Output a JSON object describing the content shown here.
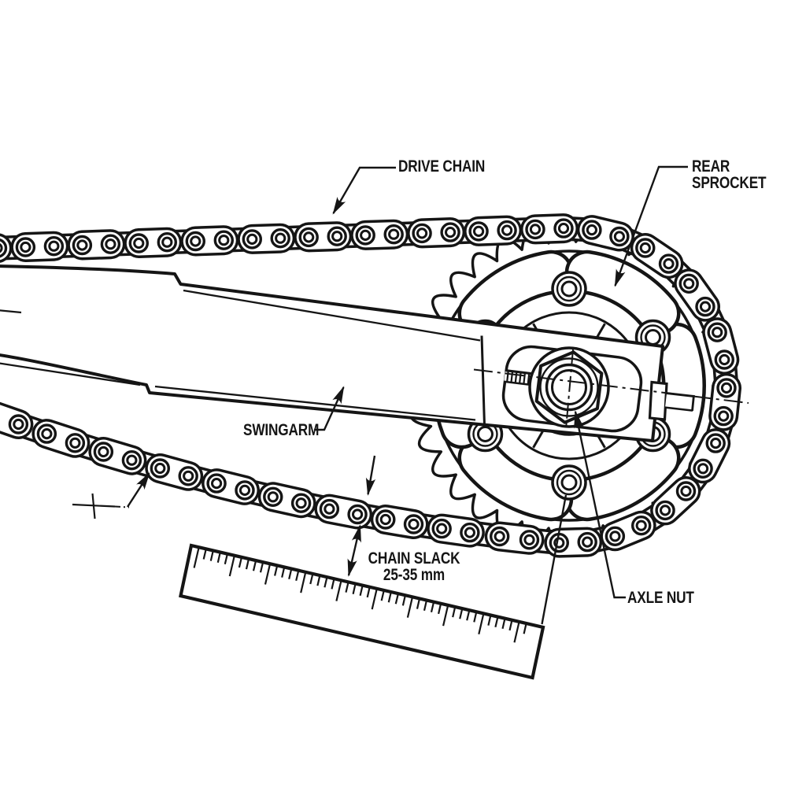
{
  "diagram": {
    "subject": "drive-chain-slack-adjustment-illustration",
    "colors": {
      "ink": "#151515",
      "background": "#ffffff"
    },
    "labels": {
      "drive_chain": "DRIVE CHAIN",
      "rear_sprocket_1": "REAR",
      "rear_sprocket_2": "SPROCKET",
      "swingarm": "SWINGARM",
      "chain_slack_1": "CHAIN SLACK",
      "chain_slack_2": "25-35 mm",
      "axle_nut": "AXLE NUT"
    },
    "specification": {
      "name": "chain slack",
      "min": 25,
      "max": 35,
      "unit": "mm"
    }
  }
}
